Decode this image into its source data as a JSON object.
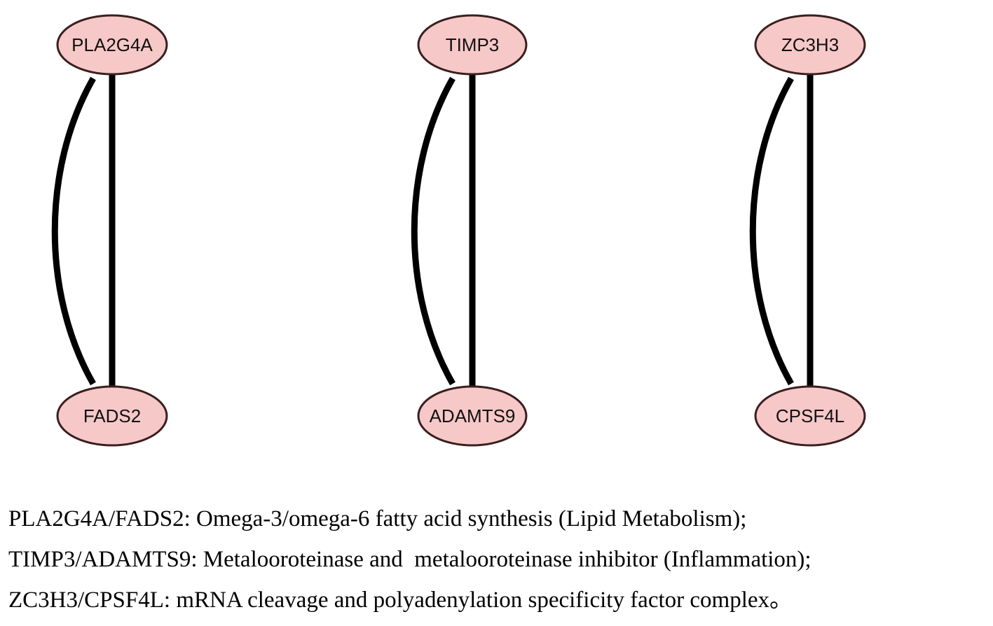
{
  "diagram": {
    "node_fill": "#f7c8c8",
    "node_stroke": "#3a1f1f",
    "edge_color": "#000000",
    "pairs": [
      {
        "top": "PLA2G4A",
        "bottom": "FADS2"
      },
      {
        "top": "TIMP3",
        "bottom": "ADAMTS9"
      },
      {
        "top": "ZC3H3",
        "bottom": "CPSF4L"
      }
    ]
  },
  "captions": [
    "PLA2G4A/FADS2: Omega-3/omega-6 fatty acid synthesis (Lipid Metabolism);",
    "TIMP3/ADAMTS9: Metalooroteinase and  metalooroteinase inhibitor (Inflammation);",
    "ZC3H3/CPSF4L: mRNA cleavage and polyadenylation specificity factor complex。"
  ]
}
